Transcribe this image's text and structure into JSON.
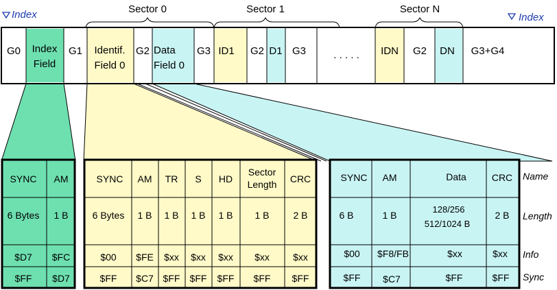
{
  "colors": {
    "green": "#6ee0b0",
    "yellow": "#fffac8",
    "cyan": "#c9f4f4",
    "index_text": "#1c3cb0"
  },
  "index_label": "Index",
  "sector_labels": [
    "Sector 0",
    "Sector 1",
    "Sector N"
  ],
  "track": {
    "g0": "G0",
    "index_field": [
      "Index",
      "Field"
    ],
    "g1": "G1",
    "id_field_0": [
      "Identif.",
      "Field 0"
    ],
    "g2a": "G2",
    "data_field_0": [
      "Data",
      "Field 0"
    ],
    "g3a": "G3",
    "id1": "ID1",
    "g2b": "G2",
    "d1": "D1",
    "g3b": "G3",
    "dots": ". . . . .",
    "idn": "IDN",
    "g2c": "G2",
    "dn": "DN",
    "g3g4": "G3+G4"
  },
  "index_table": {
    "headers": [
      "SYNC",
      "AM"
    ],
    "length": [
      "6 Bytes",
      "1 B"
    ],
    "info": [
      "$D7",
      "$FC"
    ],
    "sync": [
      "$FF",
      "$D7"
    ]
  },
  "id_table": {
    "headers": [
      "SYNC",
      "AM",
      "TR",
      "S",
      "HD",
      [
        "Sector",
        "Length"
      ],
      "CRC"
    ],
    "length": [
      "6 Bytes",
      "1 B",
      "1 B",
      "1 B",
      "1 B",
      "1 B",
      "2 B"
    ],
    "info": [
      "$00",
      "$FE",
      "$xx",
      "$xx",
      "$xx",
      "$xx",
      "$xx"
    ],
    "sync": [
      "$FF",
      "$C7",
      "$FF",
      "$FF",
      "$FF",
      "$FF",
      "$FF"
    ]
  },
  "data_table": {
    "headers": [
      "SYNC",
      "AM",
      "Data",
      "CRC"
    ],
    "length": [
      "6 B",
      "1 B",
      [
        "128/256",
        "512/1024 B"
      ],
      "2 B"
    ],
    "info": [
      "$00",
      "$F8/FB",
      "$xx",
      "$xx"
    ],
    "sync": [
      "$FF",
      "$C7",
      "$FF",
      "$FF"
    ]
  },
  "row_labels": [
    "Name",
    "Length",
    "Info",
    "Sync"
  ]
}
